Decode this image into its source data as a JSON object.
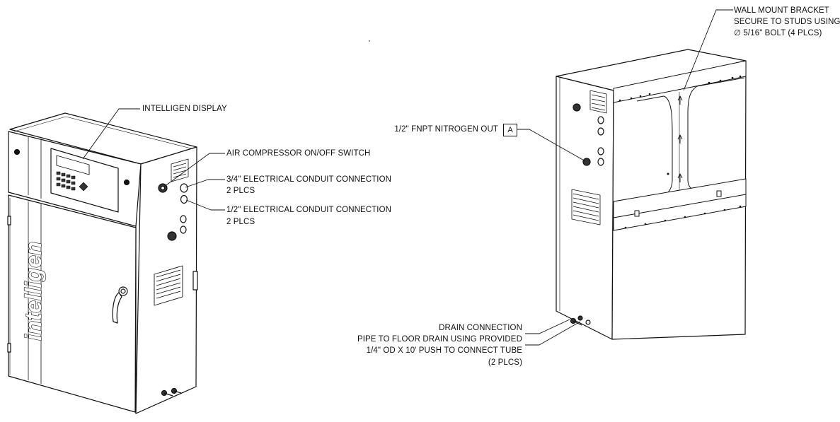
{
  "callouts": {
    "display": "INTELLIGEN DISPLAY",
    "switch": "AIR COMPRESSOR ON/OFF SWITCH",
    "conduit34": [
      "3/4\" ELECTRICAL CONDUIT CONNECTION",
      "2 PLCS"
    ],
    "conduit12": [
      "1/2\" ELECTRICAL CONDUIT CONNECTION",
      "2 PLCS"
    ],
    "bracket": [
      "WALL MOUNT BRACKET",
      "SECURE TO STUDS USING",
      "∅ 5/16\" BOLT (4 PLCS)"
    ],
    "nitrogen": "1/2\" FNPT NITROGEN OUT",
    "nitrogen_tag": "A",
    "drain": [
      "DRAIN CONNECTION",
      "PIPE TO FLOOR DRAIN USING PROVIDED",
      "1/4\" OD X 10' PUSH TO CONNECT TUBE",
      "(2 PLCS)"
    ]
  },
  "brand_wordmark": "intelligen"
}
